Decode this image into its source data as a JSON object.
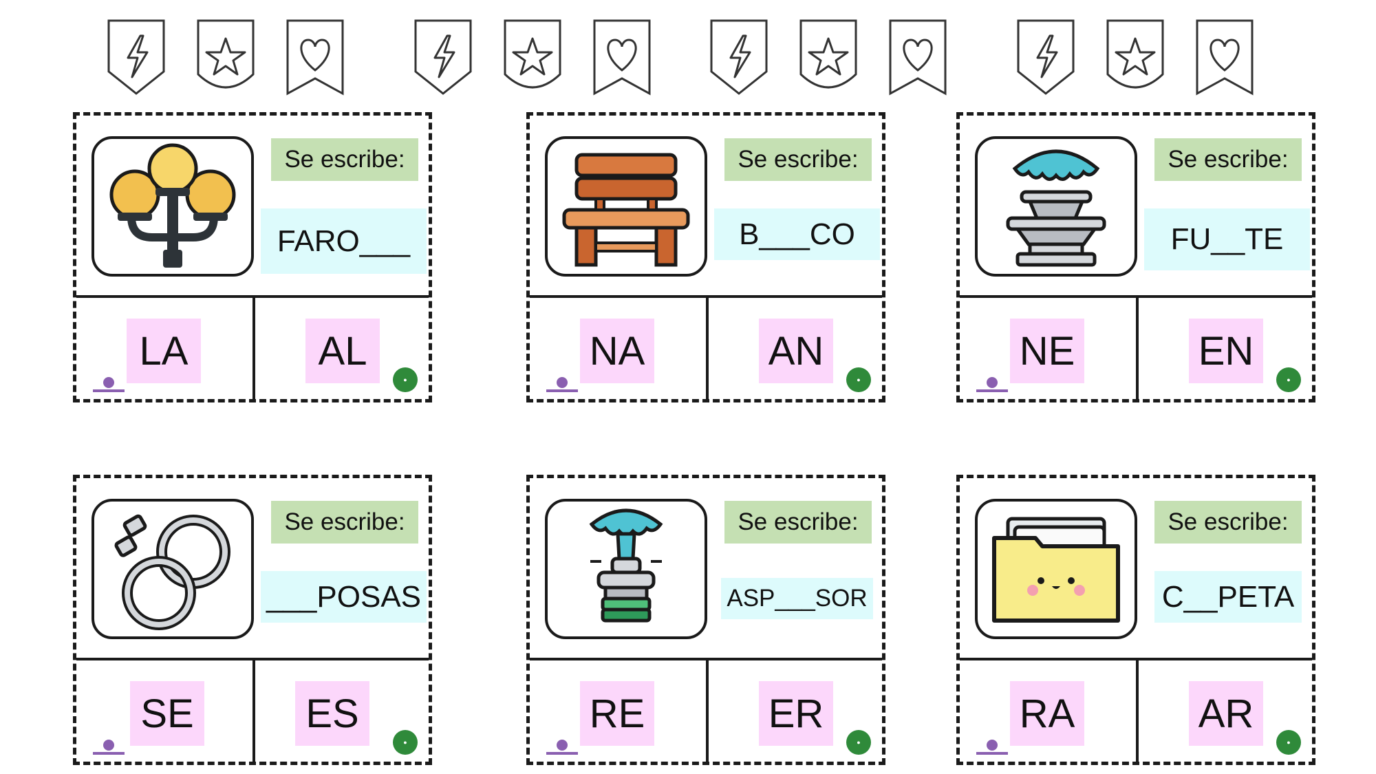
{
  "badges": [
    {
      "icon": "lightning-icon"
    },
    {
      "icon": "star-icon"
    },
    {
      "icon": "heart-icon"
    },
    {
      "icon": "lightning-icon"
    },
    {
      "icon": "star-icon"
    },
    {
      "icon": "heart-icon"
    },
    {
      "icon": "lightning-icon"
    },
    {
      "icon": "star-icon"
    },
    {
      "icon": "heart-icon"
    },
    {
      "icon": "lightning-icon"
    },
    {
      "icon": "star-icon"
    },
    {
      "icon": "heart-icon"
    }
  ],
  "cards": [
    {
      "image": "street-lamp-icon",
      "label": "Se escribe:",
      "word": "FARO___",
      "options": [
        "LA",
        "AL"
      ]
    },
    {
      "image": "bench-icon",
      "label": "Se escribe:",
      "word": "B___CO",
      "options": [
        "NA",
        "AN"
      ]
    },
    {
      "image": "fountain-icon",
      "label": "Se escribe:",
      "word": "FU__TE",
      "options": [
        "NE",
        "EN"
      ]
    },
    {
      "image": "handcuffs-icon",
      "label": "Se escribe:",
      "word": "___POSAS",
      "options": [
        "SE",
        "ES"
      ]
    },
    {
      "image": "sprinkler-icon",
      "label": "Se escribe:",
      "word": "ASP___SOR",
      "options": [
        "RE",
        "ER"
      ]
    },
    {
      "image": "folder-icon",
      "label": "Se escribe:",
      "word": "C__PETA",
      "options": [
        "RA",
        "AR"
      ]
    }
  ],
  "colors": {
    "label_bg": "#c5e0b3",
    "word_bg": "#ddfbfc",
    "option_bg": "#fcd7fb",
    "border": "#1a1a1a"
  }
}
